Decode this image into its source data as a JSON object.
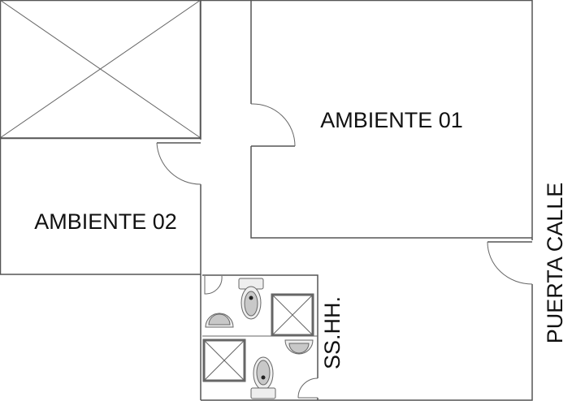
{
  "rooms": {
    "ambiente_01": "AMBIENTE 01",
    "ambiente_02": "AMBIENTE 02",
    "sshh": "SS.HH.",
    "puerta_calle": "PUERTA CALLE"
  },
  "colors": {
    "wall": "#555555",
    "fixture_fill": "#c8c8c8",
    "background": "#ffffff"
  }
}
